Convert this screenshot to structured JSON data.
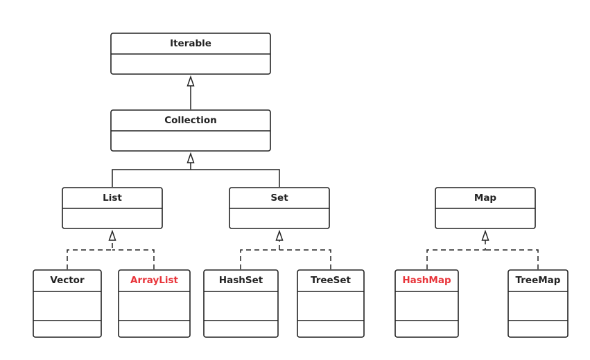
{
  "colors": {
    "default_text": "#222222",
    "highlight_text": "#e8343a"
  },
  "nodes": {
    "iterable": {
      "label": "Iterable",
      "kind": "interface",
      "highlight": false
    },
    "collection": {
      "label": "Collection",
      "kind": "interface",
      "highlight": false
    },
    "list": {
      "label": "List",
      "kind": "interface",
      "highlight": false
    },
    "set": {
      "label": "Set",
      "kind": "interface",
      "highlight": false
    },
    "map": {
      "label": "Map",
      "kind": "interface",
      "highlight": false
    },
    "vector": {
      "label": "Vector",
      "kind": "class",
      "highlight": false
    },
    "arraylist": {
      "label": "ArrayList",
      "kind": "class",
      "highlight": true
    },
    "hashset": {
      "label": "HashSet",
      "kind": "class",
      "highlight": false
    },
    "treeset": {
      "label": "TreeSet",
      "kind": "class",
      "highlight": false
    },
    "hashmap": {
      "label": "HashMap",
      "kind": "class",
      "highlight": true
    },
    "treemap": {
      "label": "TreeMap",
      "kind": "class",
      "highlight": false
    }
  },
  "edges": [
    {
      "from": "collection",
      "to": "iterable",
      "type": "generalization"
    },
    {
      "from": "list",
      "to": "collection",
      "type": "generalization"
    },
    {
      "from": "set",
      "to": "collection",
      "type": "generalization"
    },
    {
      "from": "vector",
      "to": "list",
      "type": "realization"
    },
    {
      "from": "arraylist",
      "to": "list",
      "type": "realization"
    },
    {
      "from": "hashset",
      "to": "set",
      "type": "realization"
    },
    {
      "from": "treeset",
      "to": "set",
      "type": "realization"
    },
    {
      "from": "hashmap",
      "to": "map",
      "type": "realization"
    },
    {
      "from": "treemap",
      "to": "map",
      "type": "realization"
    }
  ]
}
